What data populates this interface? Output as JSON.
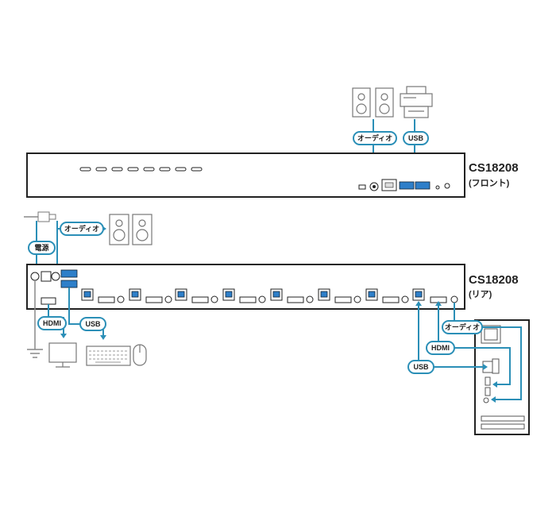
{
  "front_unit": {
    "model": "CS18208",
    "side_label": "(フロント)",
    "labels": {
      "audio": "オーディオ",
      "usb": "USB"
    }
  },
  "rear_unit": {
    "model": "CS18208",
    "side_label": "(リア)",
    "labels": {
      "power": "電源",
      "audio_out": "オーディオ",
      "hdmi_console": "HDMI",
      "usb_console": "USB",
      "audio_pc": "オーディオ",
      "hdmi_pc": "HDMI",
      "usb_pc": "USB"
    }
  },
  "colors": {
    "cable": "#2b8fb7",
    "usb_port": "#2e7fc9",
    "outline": "#222222"
  }
}
